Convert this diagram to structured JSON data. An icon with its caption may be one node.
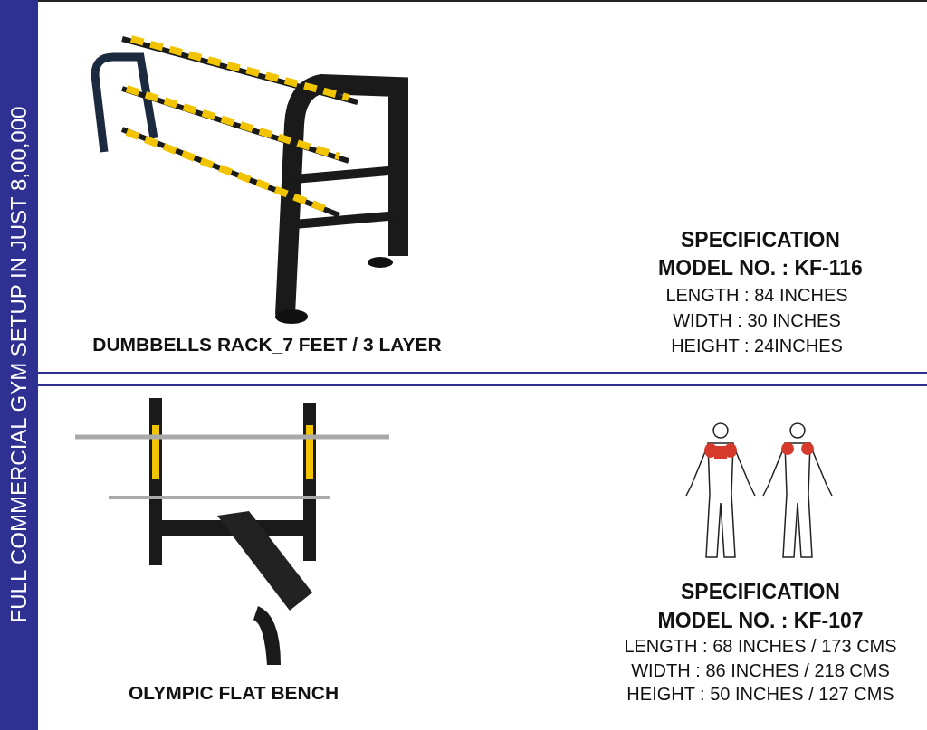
{
  "diagram": {
    "title": "FULL COMMERCIAL GYM SETUP IN JUST 8,00,000",
    "labels": [
      "DUMBBELLS RACK_7 FEET / 3 LAYER",
      "SPECIFICATION",
      "MODEL NO. : KF-116",
      "LENGTH : 84 INCHES",
      "WIDTH : 30 INCHES",
      "HEIGHT : 24INCHES",
      "OLYMPIC FLAT BENCH",
      "SPECIFICATION",
      "MODEL NO. : KF-107",
      "LENGTH : 68 INCHES / 173 CMS",
      "WIDTH : 86 INCHES / 218 CMS",
      "HEIGHT : 50 INCHES / 127 CMS"
    ]
  }
}
